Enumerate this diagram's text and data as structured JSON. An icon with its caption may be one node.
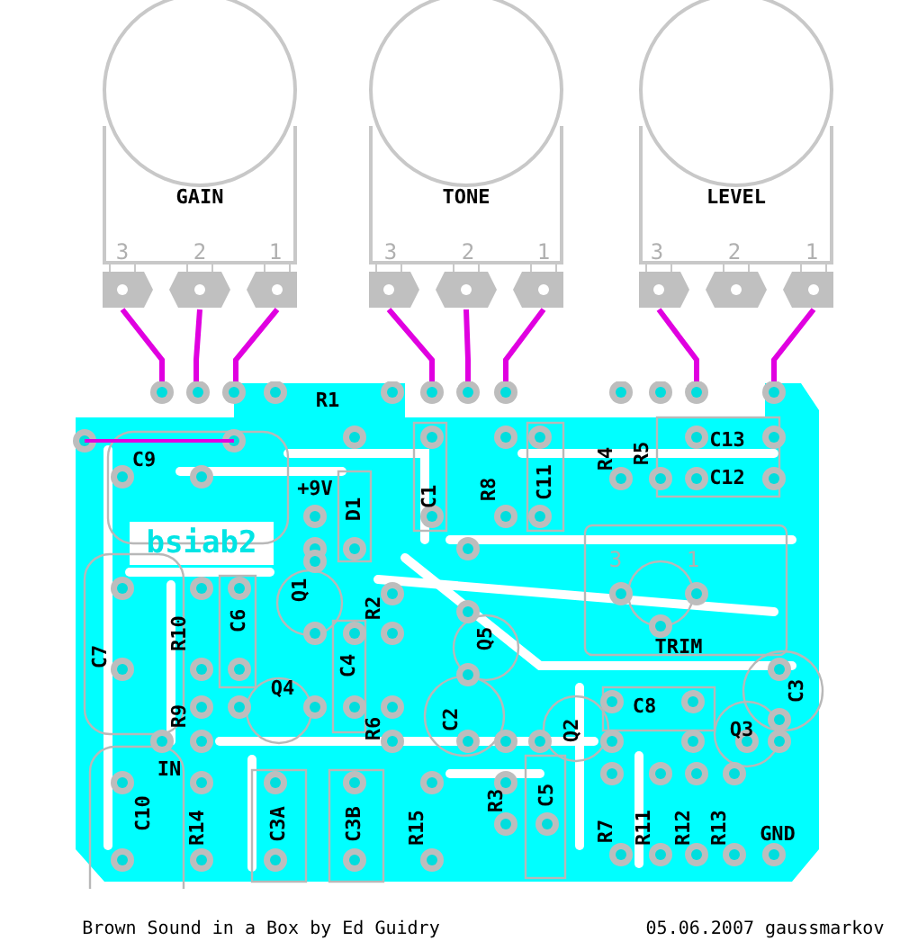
{
  "diagram": {
    "nodes": [
      {
        "text": [
          "GAIN"
        ]
      },
      {
        "text": [
          "TONE"
        ]
      },
      {
        "text": [
          "LEVEL"
        ]
      },
      {
        "text": [],
        "shape": "picture"
      }
    ],
    "edges": [
      {
        "from": 0,
        "to": 3,
        "arrow": "none"
      },
      {
        "from": 0,
        "to": 3,
        "arrow": "none"
      },
      {
        "from": 0,
        "to": 3,
        "arrow": "none"
      },
      {
        "from": 1,
        "to": 3,
        "arrow": "none"
      },
      {
        "from": 1,
        "to": 3,
        "arrow": "none"
      },
      {
        "from": 1,
        "to": 3,
        "arrow": "none"
      },
      {
        "from": 2,
        "to": 3,
        "arrow": "none"
      },
      {
        "from": 2,
        "to": 3,
        "arrow": "none"
      }
    ],
    "labels": [
      "3",
      "2",
      "1",
      "3",
      "2",
      "1",
      "3",
      "2",
      "1",
      "R1",
      "C9",
      "C13",
      "+9V",
      "D1",
      "C1",
      "R8",
      "C11",
      "R4",
      "R5",
      "C12",
      "bsiab2",
      "Q1",
      "R2",
      "3",
      "1",
      "Q5",
      "TRIM",
      "C7",
      "R10",
      "C6",
      "C4",
      "Q4",
      "C3",
      "R9",
      "R6",
      "C2",
      "C8",
      "Q2",
      "Q3",
      "IN",
      "R3",
      "C5",
      "C10",
      "R14",
      "C3A",
      "C3B",
      "R15",
      "R7",
      "R11",
      "R12",
      "R13",
      "GND",
      "Brown Sound in a Box by Ed Guidry",
      "05.06.2007 gaussmarkov"
    ]
  }
}
